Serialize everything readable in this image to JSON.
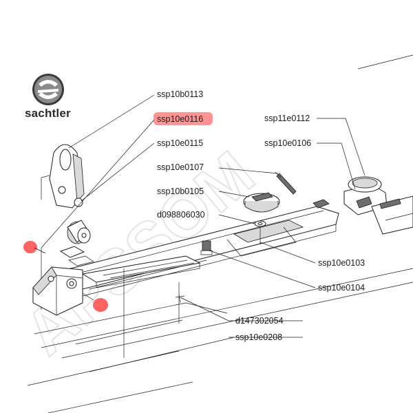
{
  "brand": {
    "name": "sachtler"
  },
  "watermark": {
    "text": "APSSOM"
  },
  "colors": {
    "highlight": "#ff3b3b",
    "line": "#1a1a1a"
  },
  "part_labels": [
    {
      "id": "ssp10b0113",
      "text": "ssp10b0113",
      "highlighted": false
    },
    {
      "id": "ssp10e0116",
      "text": "ssp10e0116",
      "highlighted": true
    },
    {
      "id": "ssp10e0115",
      "text": "ssp10e0115",
      "highlighted": false
    },
    {
      "id": "ssp11e0112",
      "text": "ssp11e0112",
      "highlighted": false
    },
    {
      "id": "ssp10e0106",
      "text": "ssp10e0106",
      "highlighted": false
    },
    {
      "id": "ssp10e0107",
      "text": "ssp10e0107",
      "highlighted": false
    },
    {
      "id": "ssp10b0105",
      "text": "ssp10b0105",
      "highlighted": false
    },
    {
      "id": "d098806030",
      "text": "d098806030",
      "highlighted": false
    },
    {
      "id": "ssp10e0103",
      "text": "ssp10e0103",
      "highlighted": false
    },
    {
      "id": "ssp10e0104",
      "text": "ssp10e0104",
      "highlighted": false
    },
    {
      "id": "d147302054",
      "text": "d147302054",
      "highlighted": false
    },
    {
      "id": "ssp10e0208",
      "text": "ssp10e0208",
      "highlighted": false
    }
  ]
}
